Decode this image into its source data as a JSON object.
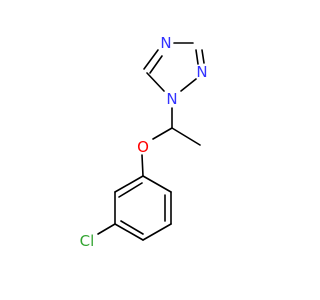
{
  "molecule": {
    "atoms": {
      "n_triazole_top": "N",
      "n_triazole_right": "N",
      "n_triazole_attached": "N",
      "ether_oxygen": "O",
      "chlorine": "Cl"
    }
  },
  "colors": {
    "bond": "#000000",
    "nitrogen": "#3333ff",
    "oxygen": "#ff0000",
    "chlorine": "#33a532",
    "background": "#ffffff"
  }
}
